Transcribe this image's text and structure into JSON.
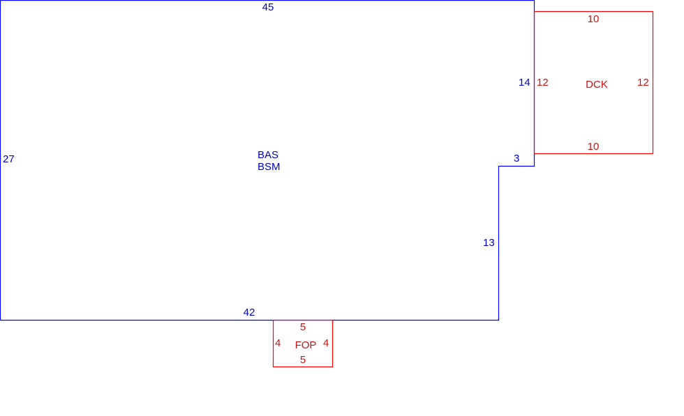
{
  "colors": {
    "main": "#0000ff",
    "main_text": "#0000cc",
    "addition": "#ff0000",
    "addition_text": "#cc1111"
  },
  "main_area": {
    "codes": [
      "BAS",
      "BSM"
    ],
    "dims": {
      "top": "45",
      "left": "27",
      "bottom": "42",
      "right_upper": "14",
      "notch": "3",
      "right_lower": "13"
    }
  },
  "deck": {
    "code": "DCK",
    "dims": {
      "top": "10",
      "bottom": "10",
      "left": "12",
      "right": "12"
    }
  },
  "porch": {
    "code": "FOP",
    "dims": {
      "top": "5",
      "bottom": "5",
      "left": "4",
      "right": "4"
    }
  }
}
